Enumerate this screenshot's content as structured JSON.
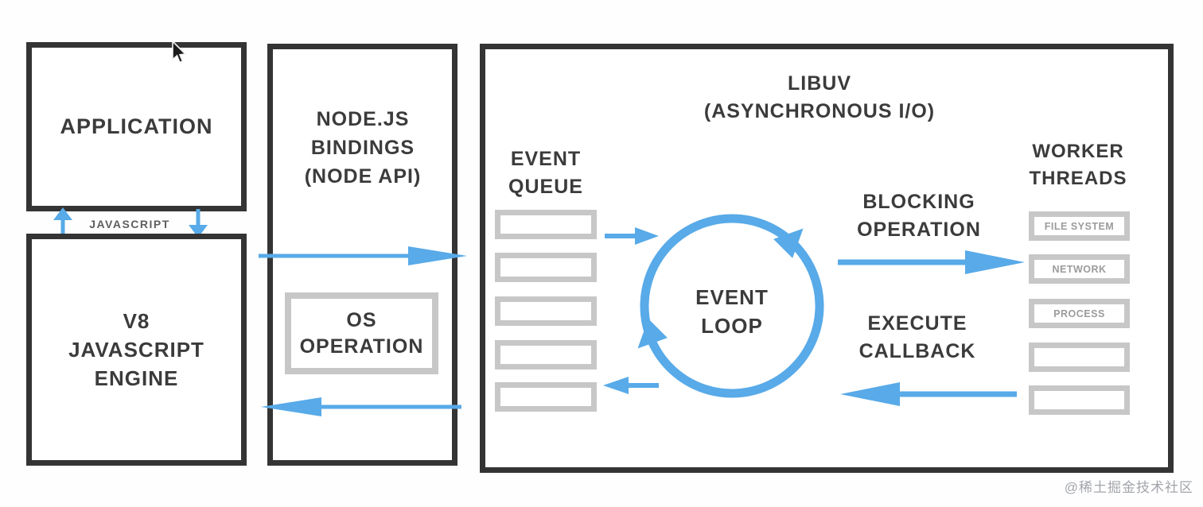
{
  "colors": {
    "accent_blue": "#58aae8",
    "dark_border": "#343434",
    "gray_border": "#c7c7c7",
    "gray_text": "#9b9b9b"
  },
  "application": {
    "label": "APPLICATION"
  },
  "javascript_connector": {
    "label": "JAVASCRIPT"
  },
  "v8": {
    "label": "V8\nJAVASCRIPT\nENGINE"
  },
  "bindings": {
    "label": "NODE.JS\nBINDINGS\n(NODE API)",
    "os_operation_label": "OS\nOPERATION"
  },
  "libuv": {
    "title": "LIBUV\n(ASYNCHRONOUS I/O)",
    "event_queue": {
      "label": "EVENT\nQUEUE",
      "slot_count": 5
    },
    "event_loop": {
      "label": "EVENT\nLOOP"
    },
    "blocking_operation": {
      "label": "BLOCKING\nOPERATION"
    },
    "execute_callback": {
      "label": "EXECUTE\nCALLBACK"
    },
    "worker_threads": {
      "label": "WORKER\nTHREADS",
      "items": [
        "FILE SYSTEM",
        "NETWORK",
        "PROCESS",
        "",
        ""
      ]
    }
  },
  "icons": {
    "mouse_cursor": "pointer-arrow",
    "loop_direction": "counter-clockwise-circle-arrows"
  },
  "watermark": {
    "text": "@稀土掘金技术社区"
  }
}
